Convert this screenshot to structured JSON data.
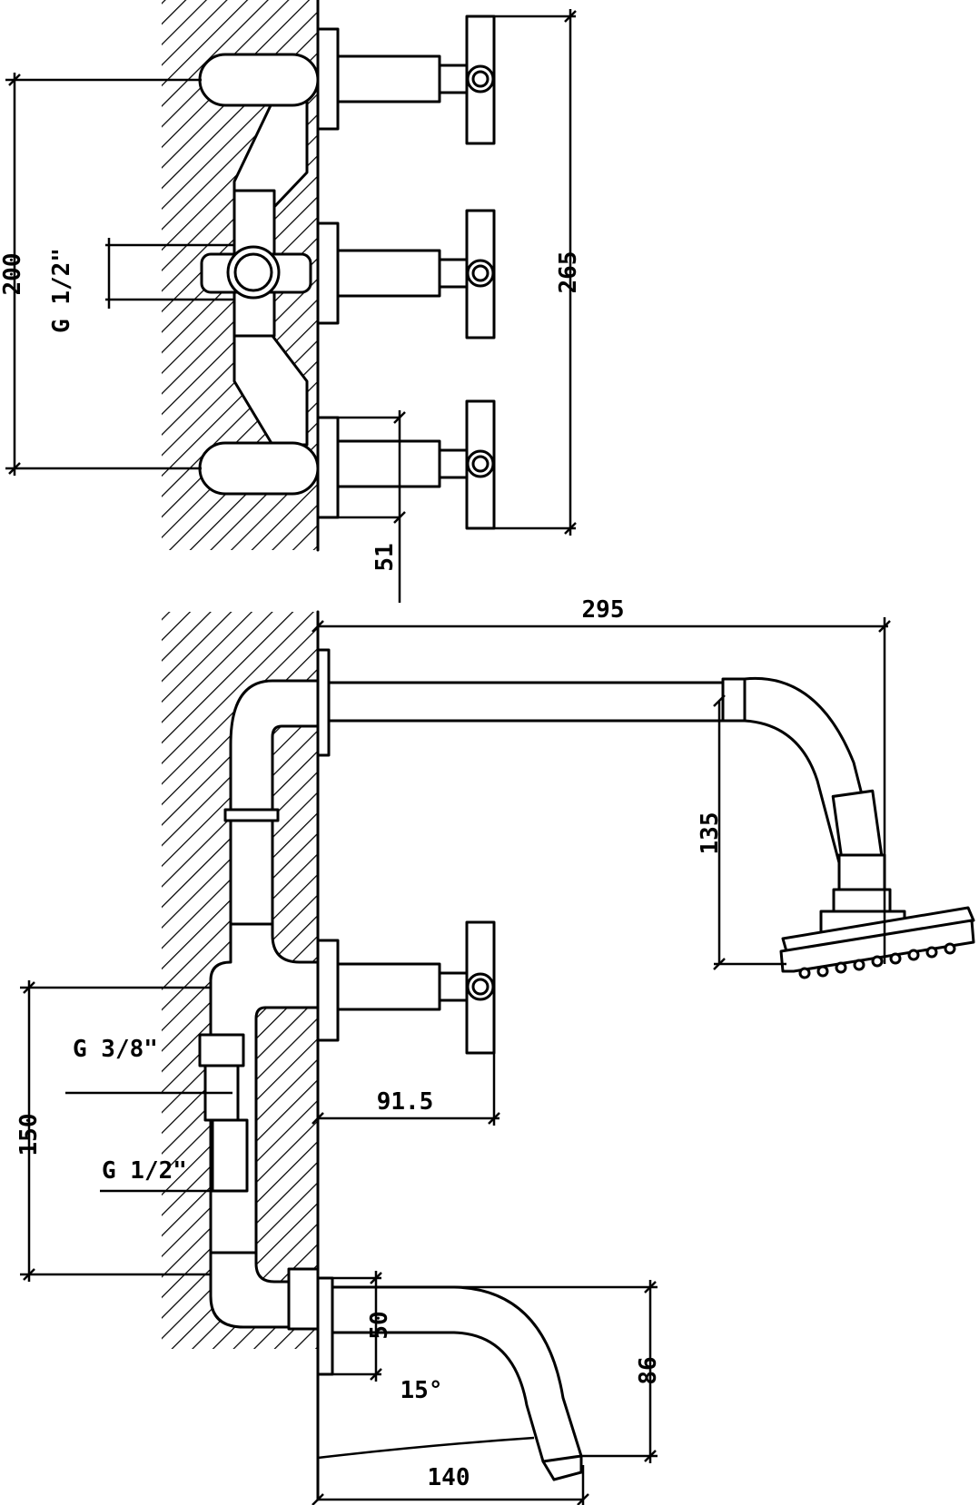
{
  "dimensions": {
    "d200": "200",
    "d265": "265",
    "d51": "51",
    "d295": "295",
    "d135": "135",
    "d91_5": "91.5",
    "d150": "150",
    "d50": "50",
    "d86": "86",
    "d140": "140"
  },
  "threads": {
    "top_inlet": "G 1/2\"",
    "diverter_outlet": "G 3/8\"",
    "lower_inlet": "G 1/2\""
  },
  "angle": "15°"
}
